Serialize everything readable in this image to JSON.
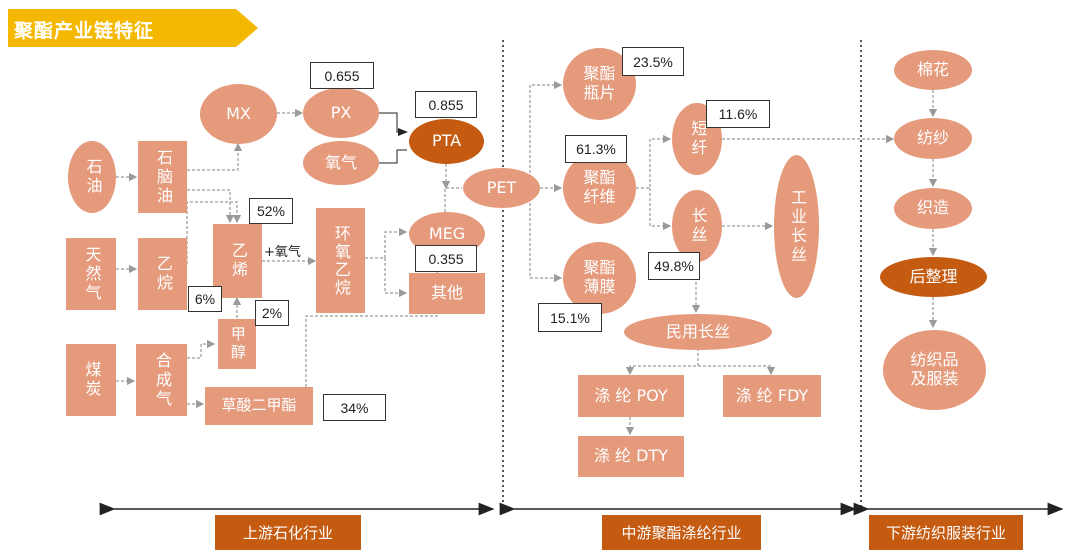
{
  "title": "聚酯产业链特征",
  "nodes": {
    "shiyou": "石油",
    "tianranqi": "天然气",
    "meitan": "煤炭",
    "shinaoyou": "石脑油",
    "yiwan": "乙烷",
    "hechengqi": "合成气",
    "mx": "MX",
    "px": "PX",
    "yangqi": "氧气",
    "pta": "PTA",
    "yixi": "乙烯",
    "jiachun": "甲醇",
    "caosuan": "草酸二甲酯",
    "huanyang": "环氧乙烷",
    "meg": "MEG",
    "qita": "其他",
    "pet": "PET",
    "pingpian": "聚酯瓶片",
    "xianwei": "聚酯纤维",
    "bomo": "聚酯薄膜",
    "duanxian": "短纤",
    "changsi": "长丝",
    "gongye": "工业长丝",
    "minyong": "民用长丝",
    "poy": "涤 纶 POY",
    "fdy": "涤 纶 FDY",
    "dty": "涤 纶 DTY",
    "mianhua": "棉花",
    "fangsha": "纺纱",
    "zhizao": "织造",
    "houzhengli": "后整理",
    "fangzhipin": "纺织品及服装"
  },
  "values": {
    "px": "0.655",
    "pta": "0.855",
    "meg": "0.355",
    "yixi": "52%",
    "yiwan": "6%",
    "jiachun": "2%",
    "caosuan": "34%",
    "pingpian": "23.5%",
    "xianwei": "61.3%",
    "bomo": "15.1%",
    "duanxian": "11.6%",
    "changsi": "49.8%"
  },
  "labels": {
    "plus_oxygen": "+氧气"
  },
  "sections": {
    "upstream": "上游石化行业",
    "midstream": "中游聚酯涤纶行业",
    "downstream": "下游纺织服装行业"
  },
  "colors": {
    "node": "#E59A7C",
    "dark_node": "#C55A11",
    "banner": "#F5B800",
    "arrow": "#999999"
  }
}
